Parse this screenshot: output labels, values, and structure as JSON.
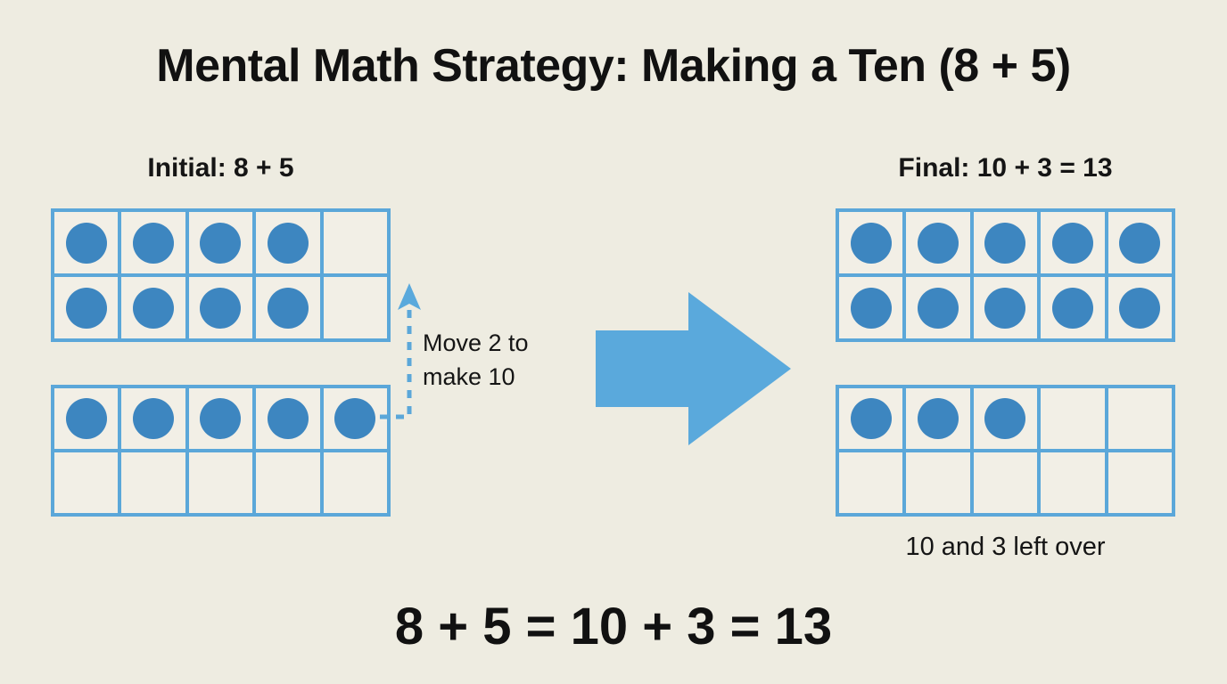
{
  "theme": {
    "background": "#eeece1",
    "cell_fill": "#f2efe6",
    "frame_stroke": "#5ba7d9",
    "counter_fill": "#3d86c0",
    "arrow_fill": "#5aa9dc",
    "text": "#111111"
  },
  "title": "Mental Math Strategy: Making a Ten (8 + 5)",
  "left": {
    "label": "Initial: 8 + 5",
    "frame_top": {
      "name": "eight-counters-frame",
      "rows": [
        [
          true,
          true,
          true,
          true,
          false
        ],
        [
          true,
          true,
          true,
          true,
          false
        ]
      ],
      "count": 8
    },
    "frame_bottom": {
      "name": "five-counters-frame",
      "rows": [
        [
          true,
          true,
          true,
          true,
          true
        ],
        [
          false,
          false,
          false,
          false,
          false
        ]
      ],
      "count": 5
    }
  },
  "annotation": {
    "line1": "Move 2 to",
    "line2": "make 10",
    "full_text": "Move 2 to make 10",
    "arrow_icon": "dashed-up-arrow-icon"
  },
  "transition": {
    "arrow_icon": "right-arrow-icon"
  },
  "right": {
    "label": "Final: 10 + 3 = 13",
    "frame_top": {
      "name": "ten-counters-frame",
      "rows": [
        [
          true,
          true,
          true,
          true,
          true
        ],
        [
          true,
          true,
          true,
          true,
          true
        ]
      ],
      "count": 10
    },
    "frame_bottom": {
      "name": "three-counters-frame",
      "rows": [
        [
          true,
          true,
          true,
          false,
          false
        ],
        [
          false,
          false,
          false,
          false,
          false
        ]
      ],
      "count": 3
    },
    "caption": "10 and 3 left over"
  },
  "equation": "8 + 5 = 10 + 3 = 13"
}
